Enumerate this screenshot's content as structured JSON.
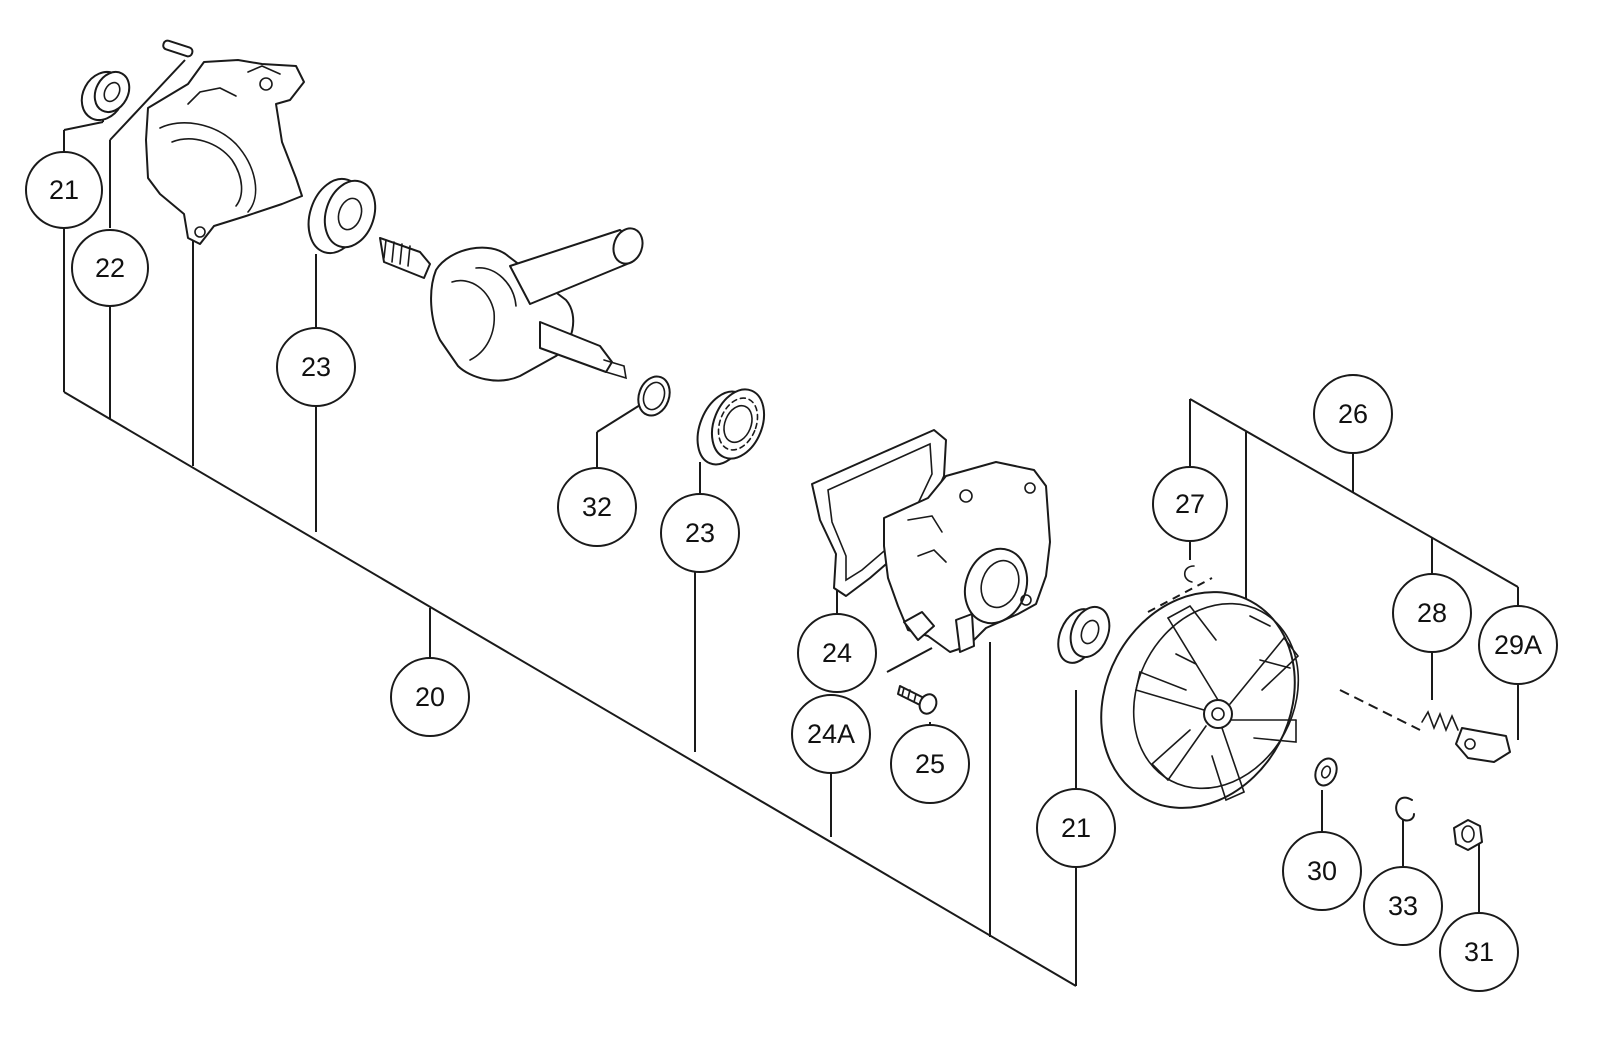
{
  "diagram": {
    "callouts": {
      "c21a": "21",
      "c22": "22",
      "c23a": "23",
      "c32": "32",
      "c23b": "23",
      "c20": "20",
      "c24": "24",
      "c24a": "24A",
      "c25": "25",
      "c21b": "21",
      "c26": "26",
      "c27": "27",
      "c28": "28",
      "c29a": "29A",
      "c30": "30",
      "c33": "33",
      "c31": "31"
    },
    "parts": [
      "bearing-21-left",
      "pin-22",
      "crankcase-left",
      "bearing-23-left",
      "crankshaft",
      "shim-32",
      "bearing-23-right",
      "gasket-24",
      "crankcase-right",
      "screw-25",
      "bearing-21-right",
      "flywheel-26",
      "clip-27",
      "spring-28",
      "pawl-29a",
      "washer-30",
      "circlip-33",
      "nut-31"
    ]
  }
}
